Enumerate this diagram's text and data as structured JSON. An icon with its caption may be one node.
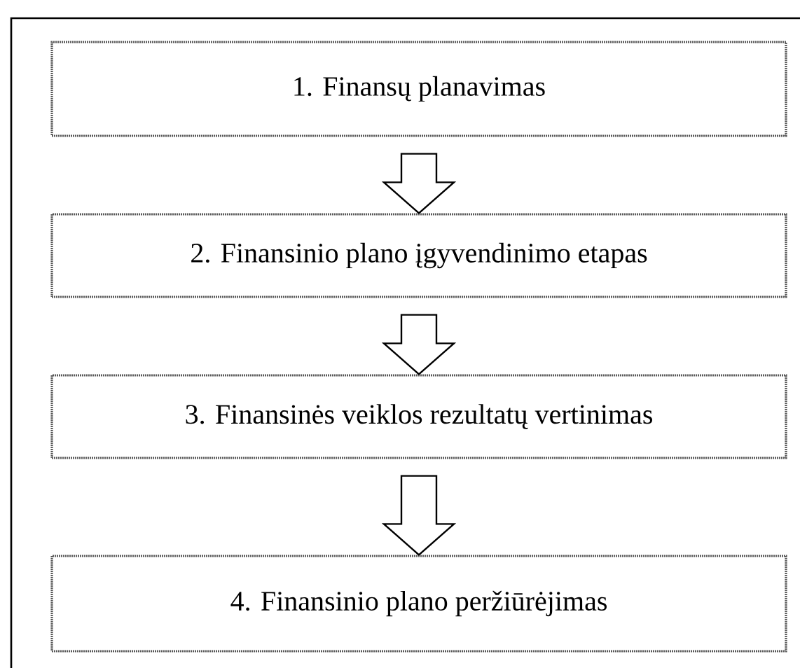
{
  "diagram": {
    "nodes": [
      {
        "text": [
          "1. Finansų planavimas"
        ]
      },
      {
        "text": [
          "2. Finansinio plano įgyvendinimo etapas"
        ]
      },
      {
        "text": [
          "3. Finansinės veiklos rezultatų vertinimas"
        ]
      },
      {
        "text": [
          "4. Finansinio plano peržiūrėjimas"
        ]
      }
    ],
    "edges": [
      {
        "from": 0,
        "to": 1,
        "arrow": "to"
      },
      {
        "from": 1,
        "to": 2,
        "arrow": "to"
      },
      {
        "from": 2,
        "to": 3,
        "arrow": "to"
      }
    ]
  }
}
